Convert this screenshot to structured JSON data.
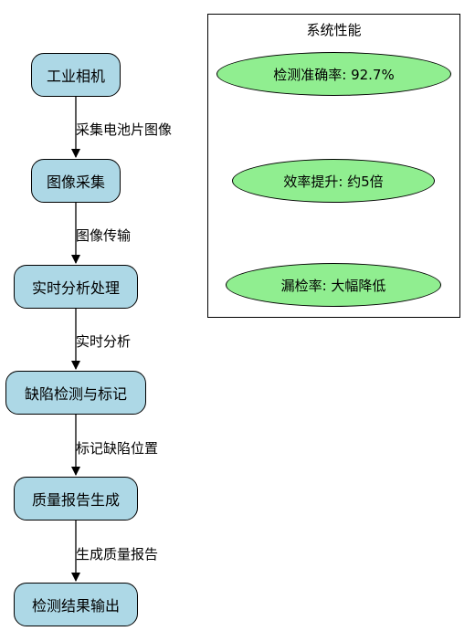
{
  "flow": {
    "nodes": [
      "工业相机",
      "图像采集",
      "实时分析处理",
      "缺陷检测与标记",
      "质量报告生成",
      "检测结果输出"
    ],
    "edges": [
      "采集电池片图像",
      "图像传输",
      "实时分析",
      "标记缺陷位置",
      "生成质量报告"
    ]
  },
  "performance": {
    "title": "系统性能",
    "metrics": [
      "检测准确率: 92.7%",
      "效率提升: 约5倍",
      "漏检率: 大幅降低"
    ]
  },
  "colors": {
    "process_node": "#add8e6",
    "metric_node": "#90ee90",
    "stroke": "#000000"
  }
}
